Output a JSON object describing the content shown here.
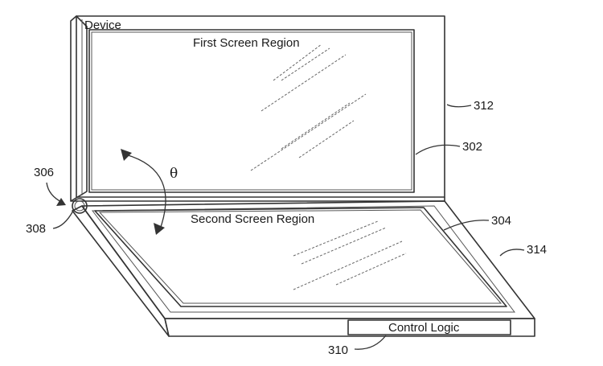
{
  "labels": {
    "device": "Device",
    "first_screen": "First Screen Region",
    "second_screen": "Second Screen Region",
    "control_logic": "Control Logic",
    "angle": "θ"
  },
  "reference_numerals": {
    "hinge_arrow": "306",
    "hinge": "308",
    "control_logic": "310",
    "first_housing": "312",
    "first_screen": "302",
    "second_screen": "304",
    "second_housing": "314"
  }
}
